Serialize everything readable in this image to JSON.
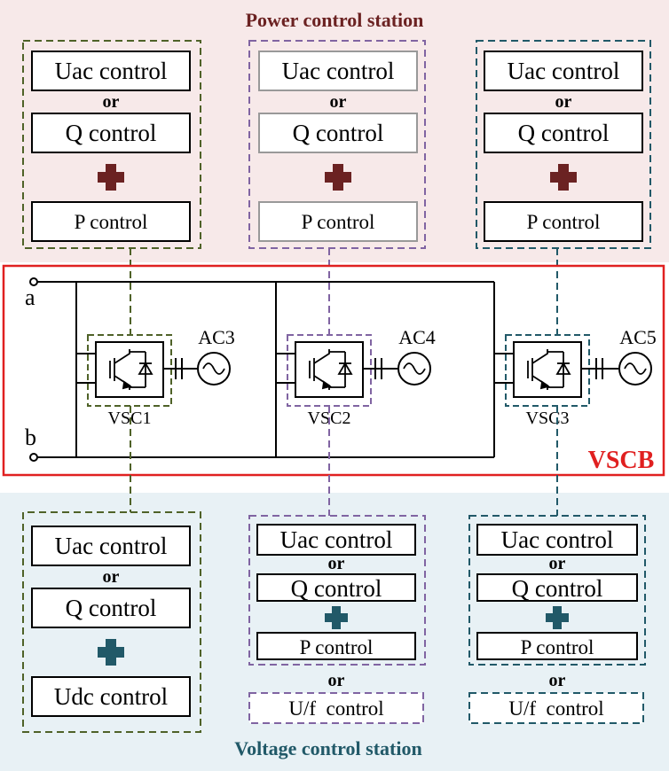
{
  "power_station": {
    "title": "Power control station",
    "bg_color": "#f7e9e9",
    "title_color": "#6b2222",
    "plus_color": "#6b2222",
    "columns": [
      {
        "uac": "Uac control",
        "or1": "or",
        "q": "Q control",
        "p": "P control",
        "frame_color": "#4f6228"
      },
      {
        "uac": "Uac control",
        "or1": "or",
        "q": "Q control",
        "p": "P control",
        "frame_color": "#8064a2"
      },
      {
        "uac": "Uac control",
        "or1": "or",
        "q": "Q control",
        "p": "P control",
        "frame_color": "#215968"
      }
    ]
  },
  "vscb": {
    "label": "VSCB",
    "color": "#e02020",
    "node_a": "a",
    "node_b": "b",
    "converters": [
      {
        "name": "VSC1",
        "ac": "AC3"
      },
      {
        "name": "VSC2",
        "ac": "AC4"
      },
      {
        "name": "VSC3",
        "ac": "AC5"
      }
    ]
  },
  "voltage_station": {
    "title": "Voltage control station",
    "bg_color": "#e8f1f5",
    "title_color": "#215968",
    "plus_color": "#215968",
    "columns": [
      {
        "uac": "Uac control",
        "or1": "or",
        "q": "Q control",
        "last": "Udc control",
        "frame_color": "#4f6228"
      },
      {
        "uac": "Uac control",
        "or1": "or",
        "q": "Q control",
        "p": "P control",
        "or2": "or",
        "last": "U/f  control",
        "frame_color": "#8064a2"
      },
      {
        "uac": "Uac control",
        "or1": "or",
        "q": "Q control",
        "p": "P control",
        "or2": "or",
        "last": "U/f  control",
        "frame_color": "#215968"
      }
    ]
  }
}
